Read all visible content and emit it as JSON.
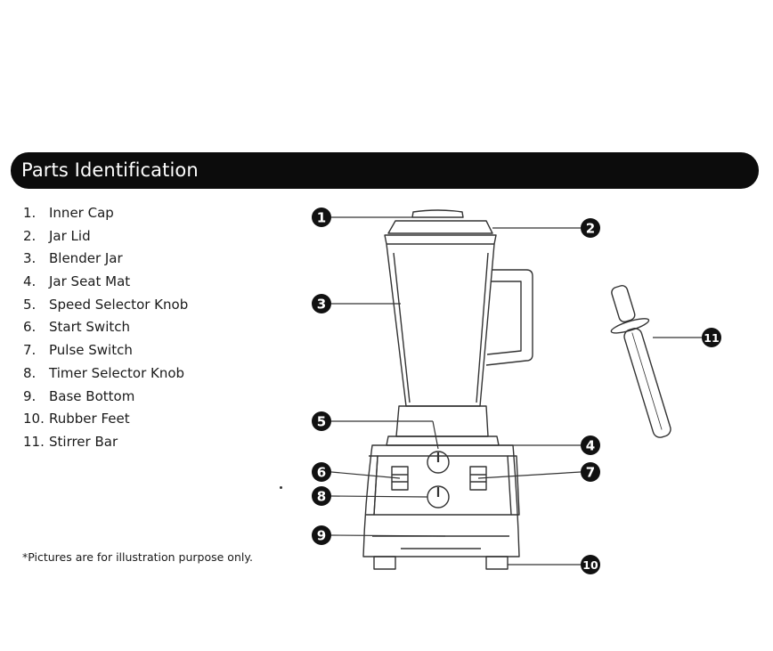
{
  "header": {
    "title": "Parts Identification"
  },
  "parts": [
    {
      "num": "1.",
      "label": "Inner Cap"
    },
    {
      "num": "2.",
      "label": "Jar Lid"
    },
    {
      "num": "3.",
      "label": "Blender Jar"
    },
    {
      "num": "4.",
      "label": "Jar Seat Mat"
    },
    {
      "num": "5.",
      "label": "Speed Selector Knob"
    },
    {
      "num": "6.",
      "label": "Start Switch"
    },
    {
      "num": "7.",
      "label": "Pulse Switch"
    },
    {
      "num": "8.",
      "label": "Timer Selector Knob"
    },
    {
      "num": "9.",
      "label": "Base Bottom"
    },
    {
      "num": "10.",
      "label": "Rubber Feet"
    },
    {
      "num": "11.",
      "label": "Stirrer Bar"
    }
  ],
  "callouts": [
    "1",
    "2",
    "3",
    "4",
    "5",
    "6",
    "7",
    "8",
    "9",
    "10",
    "11"
  ],
  "disclaimer": "*Pictures are for illustration purpose only.",
  "colors": {
    "header_bg": "#0c0c0c",
    "header_text": "#ffffff",
    "line_art": "#333333",
    "callout_fill": "#111111"
  }
}
